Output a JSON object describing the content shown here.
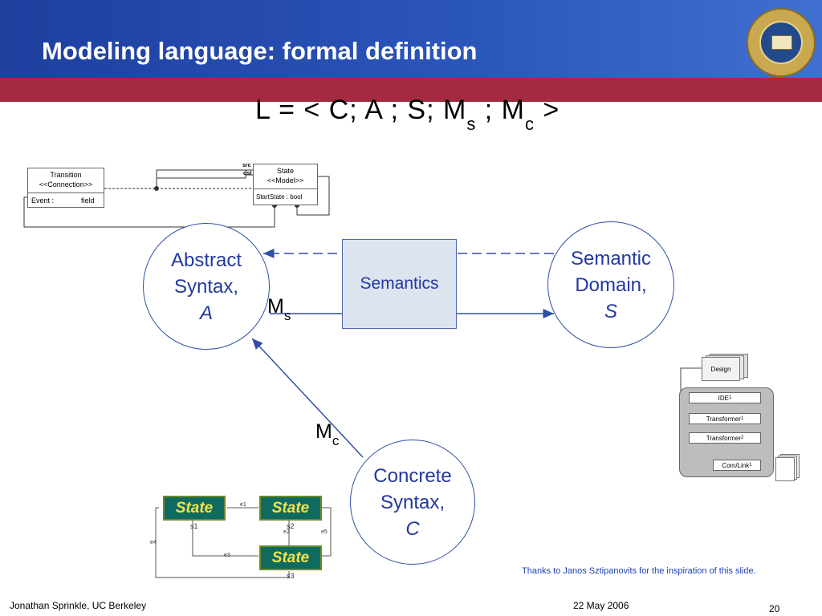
{
  "header": {
    "title": "Modeling language: formal definition"
  },
  "formula": {
    "text": "L  = <  C; A ; S; M",
    "sub_s": "s",
    "mid": " ; M",
    "sub_c": "c",
    "end": " >"
  },
  "abstract_syntax": {
    "line1": "Abstract",
    "line2": "Syntax,",
    "line3": "A"
  },
  "semantic_domain": {
    "line1": "Semantic",
    "line2": "Domain,",
    "line3": "S"
  },
  "concrete_syntax": {
    "line1": "Concrete",
    "line2": "Syntax,",
    "line3": "C"
  },
  "semantics_box": {
    "label": "Semantics"
  },
  "mapping_s": {
    "letter": "M",
    "sub": "s"
  },
  "mapping_c": {
    "letter": "M",
    "sub": "c"
  },
  "uml": {
    "transition_title": "Transition",
    "transition_stereo": "<<Connection>>",
    "transition_attr": "Event :",
    "transition_attr_type": "field",
    "state_title": "State",
    "state_stereo": "<<Model>>",
    "state_attr": "StartState : bool",
    "src": "src",
    "dst": "dst"
  },
  "statechart": {
    "state_label": "State",
    "s1": "s1",
    "s2": "s2",
    "s3": "s3",
    "e1": "e1",
    "e2": "e2",
    "e3": "e3",
    "e4": "e4",
    "e5": "e5"
  },
  "toolchain": {
    "design": "Design",
    "ide": "IDE",
    "ide_sub": "1",
    "transformer1": "Transformer",
    "transformer1_sub": "1",
    "transformer2": "Transformer",
    "transformer2_sub": "2",
    "comlink": "Com/Link",
    "comlink_sub": "1"
  },
  "credit": {
    "text": "Thanks to Janos Sztipanovits for the inspiration of this slide."
  },
  "footer": {
    "author": "Jonathan Sprinkle, UC Berkeley",
    "date": "22 May 2006",
    "page": "20"
  },
  "colors": {
    "header_blue": "#2a55b8",
    "red_bar": "#a52a40",
    "diagram_blue": "#2238a0"
  }
}
